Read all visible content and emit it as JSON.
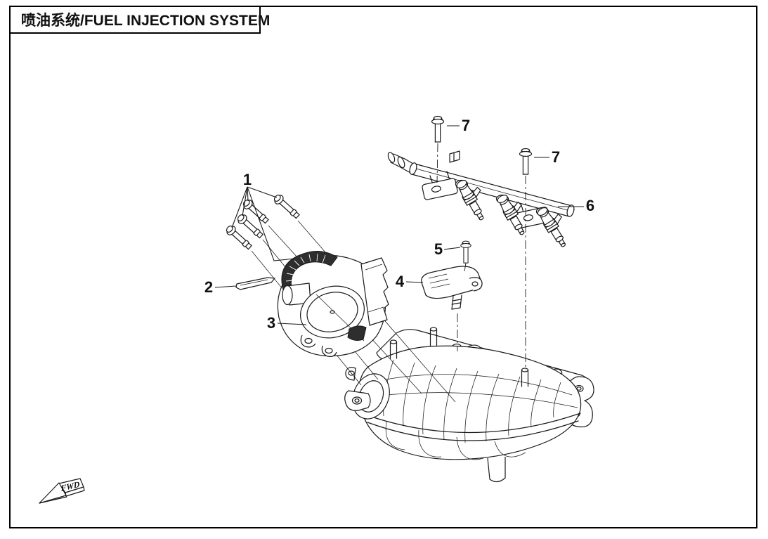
{
  "page": {
    "title": "喷油系统/FUEL INJECTION SYSTEM",
    "background_color": "#ffffff",
    "line_color": "#1a1a1a"
  },
  "diagram": {
    "fwd_label": "FWD",
    "callouts": [
      {
        "label": "1"
      },
      {
        "label": "2"
      },
      {
        "label": "3"
      },
      {
        "label": "4"
      },
      {
        "label": "5"
      },
      {
        "label": "6"
      },
      {
        "label": "7"
      },
      {
        "label": "7"
      }
    ]
  }
}
